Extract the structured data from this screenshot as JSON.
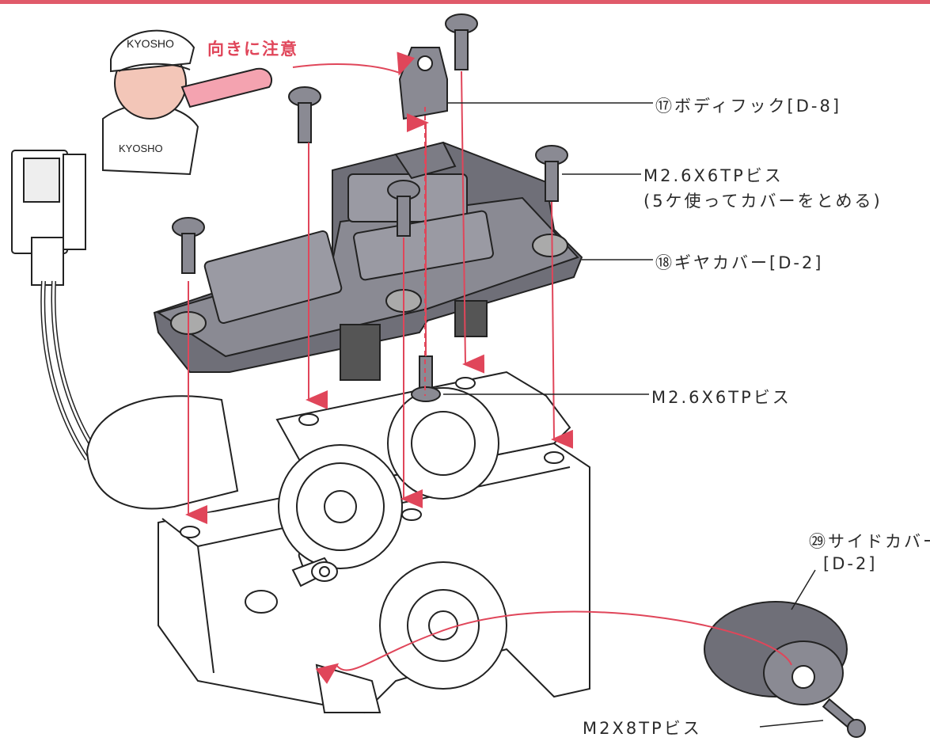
{
  "header": {
    "accent_color": "#e05a6a"
  },
  "mascot": {
    "cap_text": "KYOSHO",
    "shirt_text": "KYOSHO"
  },
  "note": {
    "text": "向きに注意"
  },
  "callouts": [
    {
      "label": "⑰ボディフック",
      "part": "[D-8]"
    },
    {
      "label": "M2.6X6TPビス",
      "sub": "(5ケ使ってカバーをとめる)"
    },
    {
      "label": "⑱ギヤカバー",
      "part": "[D-2]"
    },
    {
      "label": "M2.6X6TPビス"
    },
    {
      "label": "㉙サイドカバー",
      "part": "[D-2]"
    },
    {
      "label": "M2X8TPビス"
    }
  ],
  "colors": {
    "arrow": "#e0465a",
    "part_gray": "#6f6f78",
    "line": "#222222"
  }
}
